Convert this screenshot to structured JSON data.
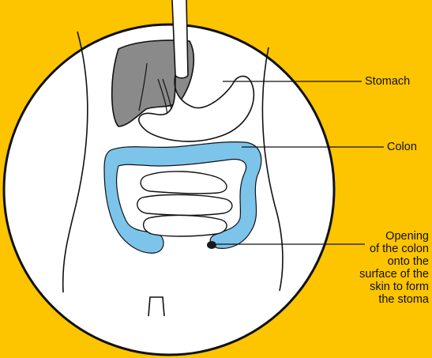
{
  "labels": {
    "stomach": "Stomach",
    "colon": "Colon",
    "opening": [
      "Opening",
      "of the colon",
      "onto the",
      "surface of the",
      "skin to form",
      "the stoma"
    ]
  },
  "colors": {
    "background": "#FDC400",
    "circle_fill": "#FFFFFF",
    "liver": "#8A8A8A",
    "colon": "#7CC4EA",
    "stoma": "#1A1A1A",
    "outline": "#111111"
  }
}
